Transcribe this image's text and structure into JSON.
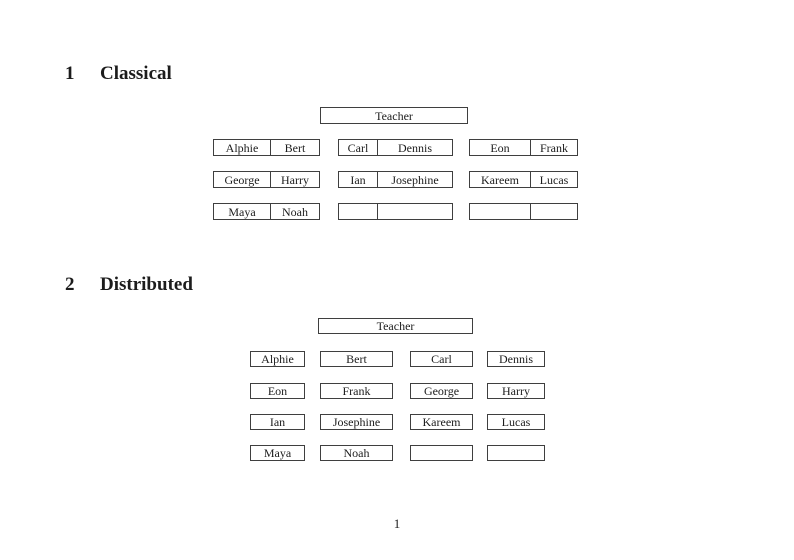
{
  "colors": {
    "ink": "#1c1c1c",
    "line": "#3f3f3f",
    "background": "#ffffff"
  },
  "classical": {
    "number": "1",
    "title": "Classical",
    "teacher_label": "Teacher",
    "columns": [
      {
        "desks": [
          [
            "Alphie",
            "Bert"
          ],
          [
            "George",
            "Harry"
          ],
          [
            "Maya",
            "Noah"
          ]
        ]
      },
      {
        "desks": [
          [
            "Carl",
            "Dennis"
          ],
          [
            "Ian",
            "Josephine"
          ],
          [
            "",
            ""
          ]
        ]
      },
      {
        "desks": [
          [
            "Eon",
            "Frank"
          ],
          [
            "Kareem",
            "Lucas"
          ],
          [
            "",
            ""
          ]
        ]
      }
    ]
  },
  "distributed": {
    "number": "2",
    "title": "Distributed",
    "teacher_label": "Teacher",
    "rows": [
      [
        "Alphie",
        "Bert",
        "Carl",
        "Dennis"
      ],
      [
        "Eon",
        "Frank",
        "George",
        "Harry"
      ],
      [
        "Ian",
        "Josephine",
        "Kareem",
        "Lucas"
      ],
      [
        "Maya",
        "Noah",
        "",
        ""
      ]
    ]
  },
  "footer": {
    "page_number": "1"
  }
}
